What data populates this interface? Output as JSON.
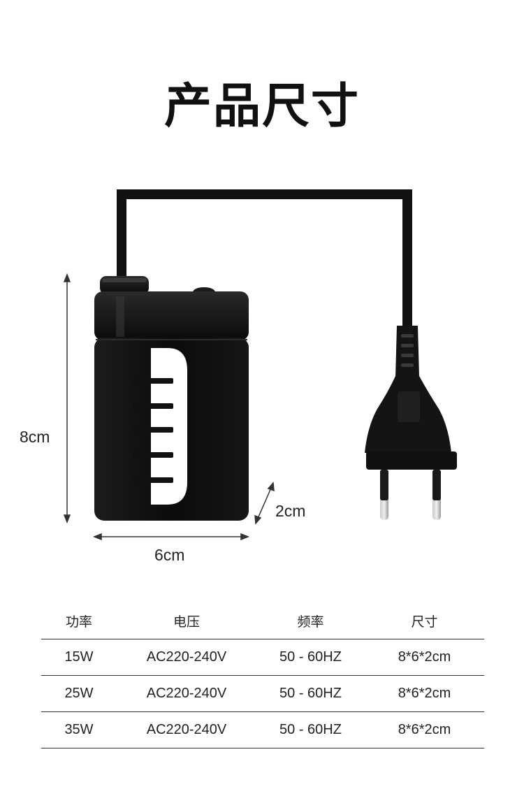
{
  "title": "产品尺寸",
  "dimensions": {
    "height": "8cm",
    "width": "6cm",
    "depth": "2cm"
  },
  "table": {
    "headers": [
      "功率",
      "电压",
      "频率",
      "尺寸"
    ],
    "rows": [
      [
        "15W",
        "AC220-240V",
        "50 - 60HZ",
        "8*6*2cm"
      ],
      [
        "25W",
        "AC220-240V",
        "50 - 60HZ",
        "8*6*2cm"
      ],
      [
        "35W",
        "AC220-240V",
        "50 - 60HZ",
        "8*6*2cm"
      ]
    ]
  },
  "colors": {
    "device_body": "#0e0e0e",
    "cable": "#111111",
    "background": "#ffffff"
  }
}
